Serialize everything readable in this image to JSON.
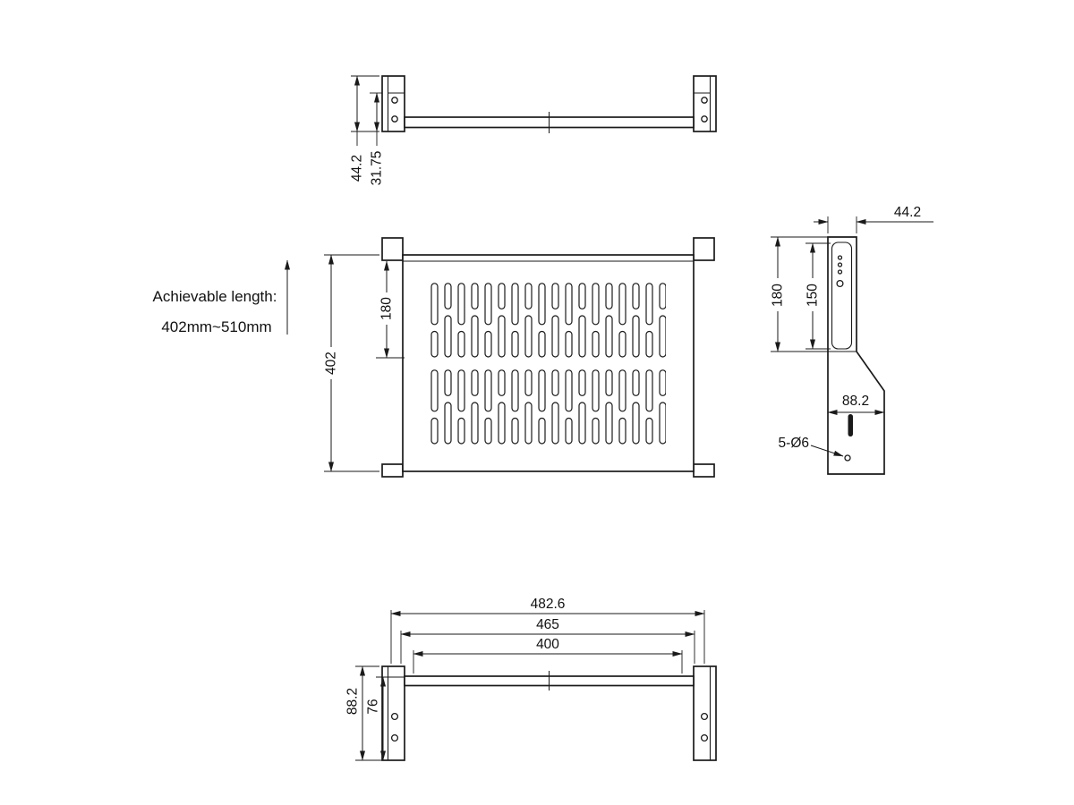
{
  "drawing": {
    "annotation": {
      "line1": "Achievable length:",
      "line2": "402mm~510mm"
    },
    "top_view": {
      "overall_height": "44.2",
      "inner_height": "31.75"
    },
    "plan_view": {
      "depth": "402",
      "slide_length": "180"
    },
    "side_view": {
      "top_width": "44.2",
      "bracket_height": "180",
      "slot_length": "150",
      "lower_depth": "88.2",
      "holes_label": "5-Ø6"
    },
    "front_view": {
      "overall_width": "482.6",
      "mounting_width": "465",
      "shelf_width": "400",
      "bracket_height": "88.2",
      "inner_height": "76"
    }
  }
}
